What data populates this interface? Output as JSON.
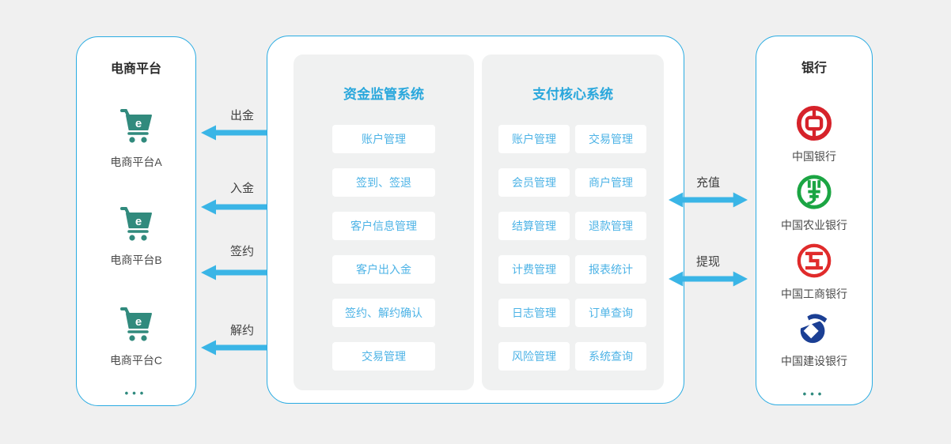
{
  "colors": {
    "page_bg": "#f0f0f0",
    "panel_border": "#29abe2",
    "panel_bg": "#ffffff",
    "inner_panel_bg": "#f0f1f1",
    "arrow": "#3ab5e6",
    "section_title": "#29a7dc",
    "item_text": "#4db3e6",
    "label_text": "#4a4a4a",
    "cart_teal": "#318a7d",
    "boc_red": "#d6222a",
    "abc_green": "#1ba543",
    "icbc_red": "#e02b2b",
    "ccb_blue": "#1b3f94"
  },
  "left_panel": {
    "title": "电商平台",
    "platforms": [
      {
        "label": "电商平台A"
      },
      {
        "label": "电商平台B"
      },
      {
        "label": "电商平台C"
      }
    ],
    "ellipsis": "•••"
  },
  "left_arrows": [
    {
      "label": "出金"
    },
    {
      "label": "入金"
    },
    {
      "label": "签约"
    },
    {
      "label": "解约"
    }
  ],
  "monitor_system": {
    "title": "资金监管系统",
    "items": [
      "账户管理",
      "签到、签退",
      "客户信息管理",
      "客户出入金",
      "签约、解约确认",
      "交易管理"
    ]
  },
  "payment_system": {
    "title": "支付核心系统",
    "items": [
      "账户管理",
      "交易管理",
      "会员管理",
      "商户管理",
      "结算管理",
      "退款管理",
      "计费管理",
      "报表统计",
      "日志管理",
      "订单查询",
      "风险管理",
      "系统查询"
    ]
  },
  "right_arrows": [
    {
      "label": "充值"
    },
    {
      "label": "提现"
    }
  ],
  "bank_panel": {
    "title": "银行",
    "banks": [
      {
        "name": "中国银行"
      },
      {
        "name": "中国农业银行"
      },
      {
        "name": "中国工商银行"
      },
      {
        "name": "中国建设银行"
      }
    ],
    "ellipsis": "•••"
  }
}
